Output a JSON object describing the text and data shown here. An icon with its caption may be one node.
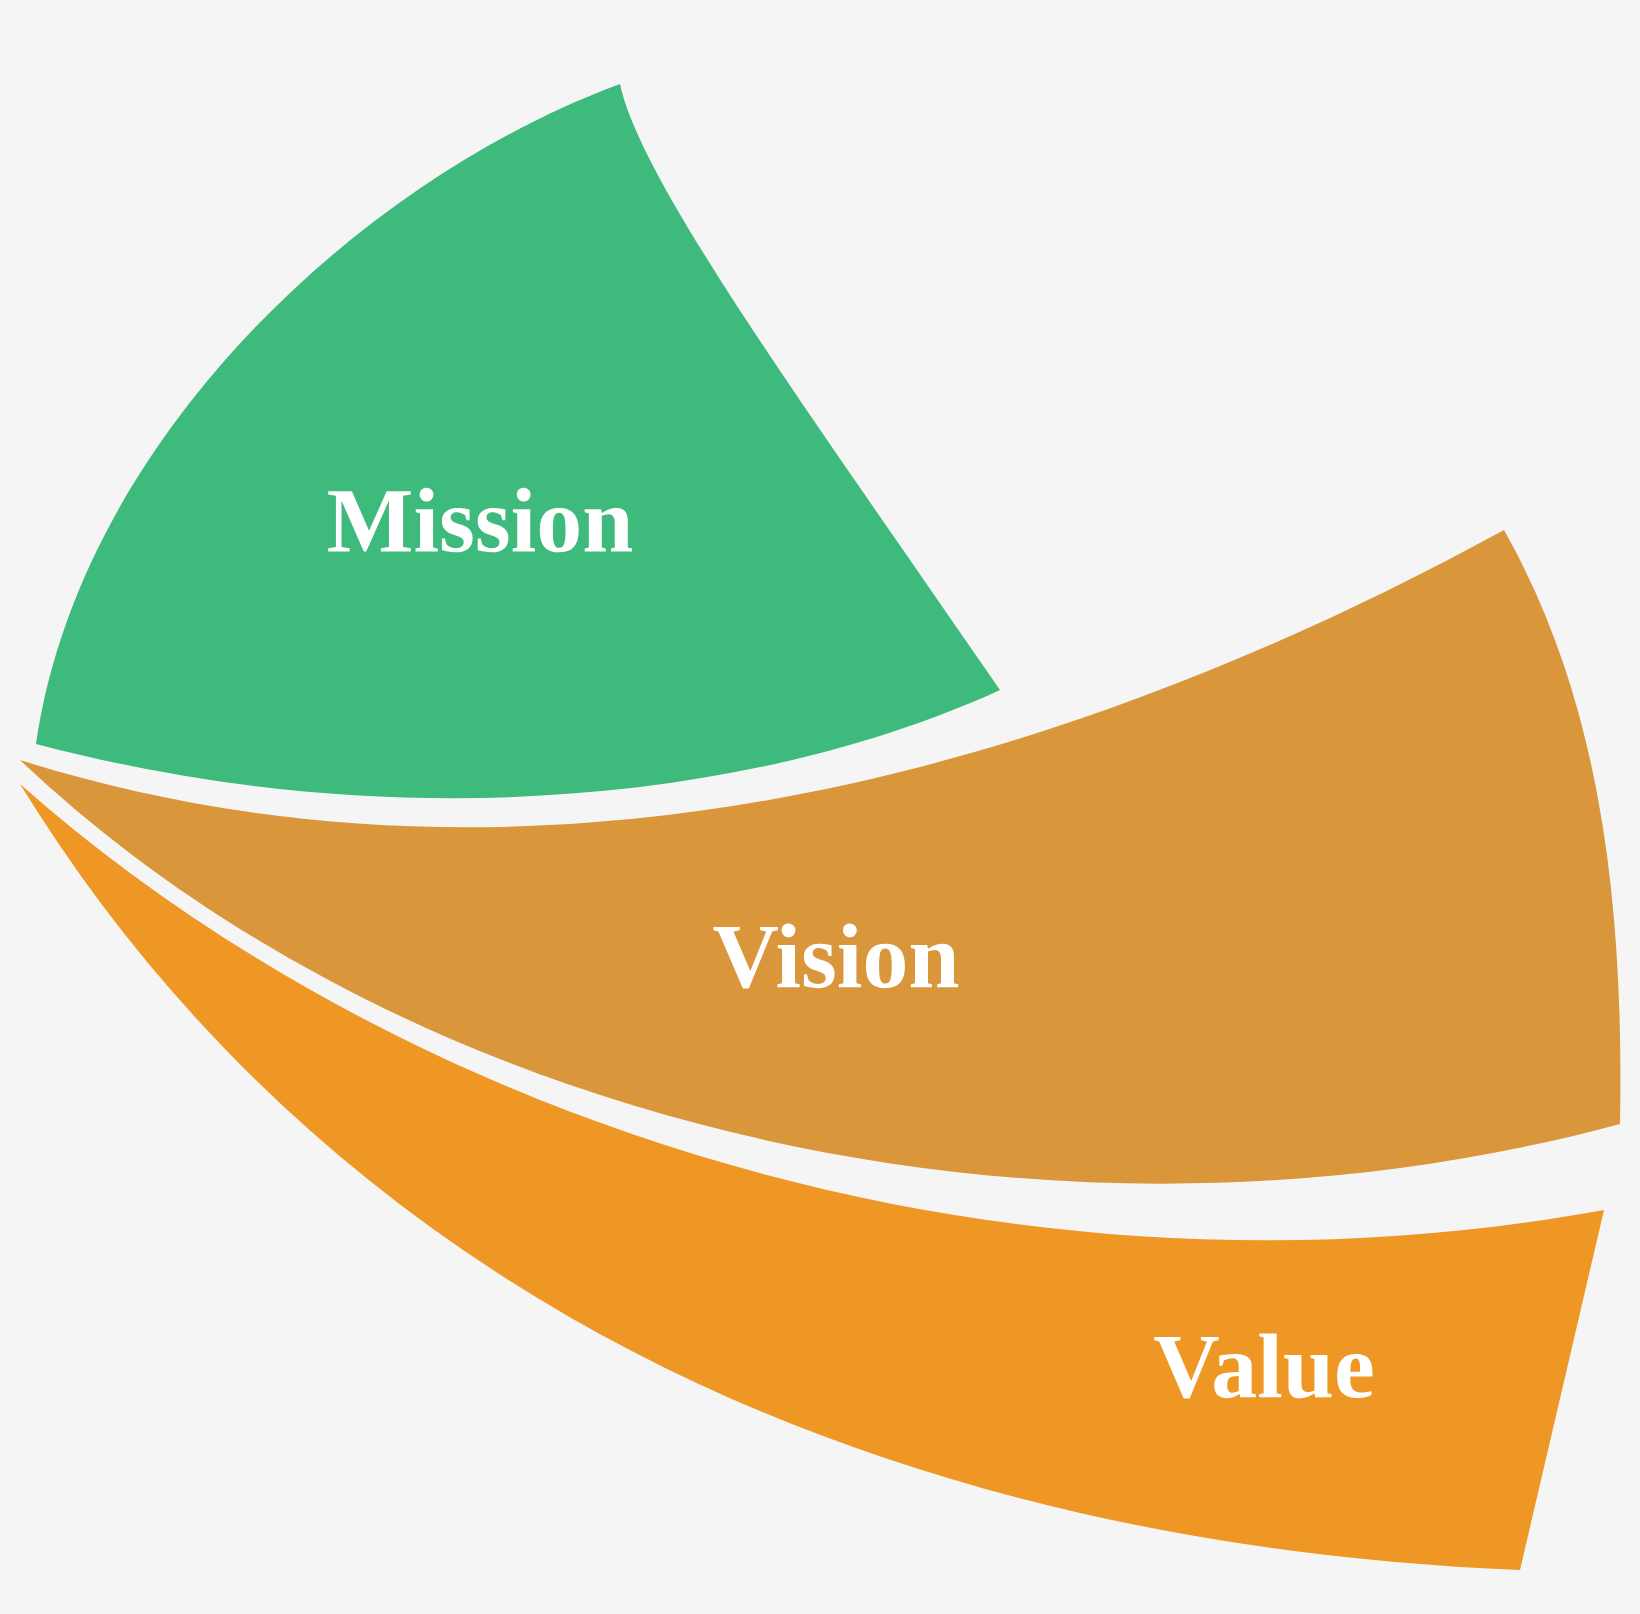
{
  "diagram": {
    "nodes": [
      {
        "text": [
          "Mission"
        ]
      },
      {
        "text": [
          "Vision"
        ]
      },
      {
        "text": [
          "Value"
        ]
      }
    ]
  }
}
